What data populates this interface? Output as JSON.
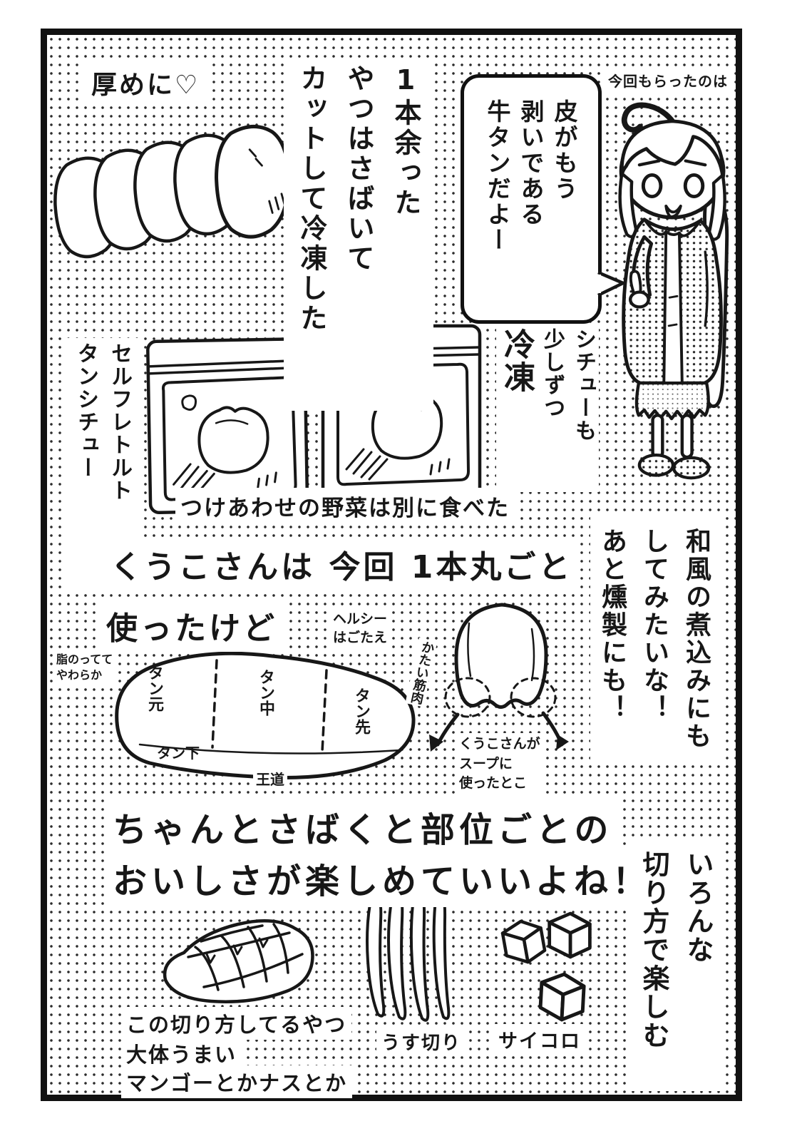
{
  "page": {
    "ink": "#171717",
    "paper": "#ffffff"
  },
  "header": {
    "thickness_note": "厚めに♡",
    "cut_note_lines": [
      "1本余った",
      "やつはさばいて",
      "カットして冷凍した"
    ],
    "received_label": "今回もらったのは",
    "speech_lines": [
      "皮がもう",
      "剥いである",
      "牛タンだよー"
    ]
  },
  "freezer": {
    "retort_label_lines": [
      "セルフレトルト",
      "タンシチュー"
    ],
    "stew_note_lines": [
      "シチューも",
      "少しずつ",
      "冷凍"
    ],
    "veggies_note": "つけあわせの野菜は別に食べた"
  },
  "usage": {
    "line1": "くうこさんは 今回 1本丸ごと",
    "line2": "使ったけど"
  },
  "tongue_diagram": {
    "fatty_note_lines": [
      "脂のってて",
      "やわらか"
    ],
    "healthy_note_lines": [
      "ヘルシー",
      "はごたえ"
    ],
    "parts": {
      "moto": "タン元",
      "naka": "タン中",
      "saki": "タン先",
      "shita": "タン下"
    },
    "royal_road": "王道",
    "muscle_note": "かたい筋肉",
    "soup_note_lines": [
      "くうこさんが",
      "スープに",
      "使ったとこ"
    ]
  },
  "ideas_note_lines": [
    "和風の煮込みにも",
    "してみたいな！",
    "あと燻製にも！"
  ],
  "message": {
    "line1": "ちゃんとさばくと部位ごとの",
    "line2": "おいしさが楽しめていいよね！"
  },
  "cuts": {
    "crosshatch_caption_lines": [
      "この切り方してるやつ",
      "大体うまい",
      "マンゴーとかナスとか"
    ],
    "thin_label": "うす切り",
    "dice_label": "サイコロ",
    "variety_note_lines": [
      "いろんな",
      "切り方で楽しむ"
    ]
  }
}
